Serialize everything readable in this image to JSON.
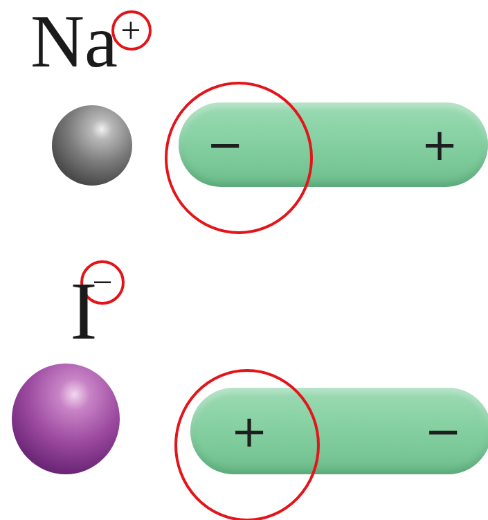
{
  "diagram": {
    "nodes": [
      {
        "text": [
          "−",
          "+"
        ]
      },
      {
        "text": [
          "+",
          "−"
        ]
      }
    ],
    "labels": [
      "Na",
      "+",
      "I",
      "−"
    ]
  }
}
